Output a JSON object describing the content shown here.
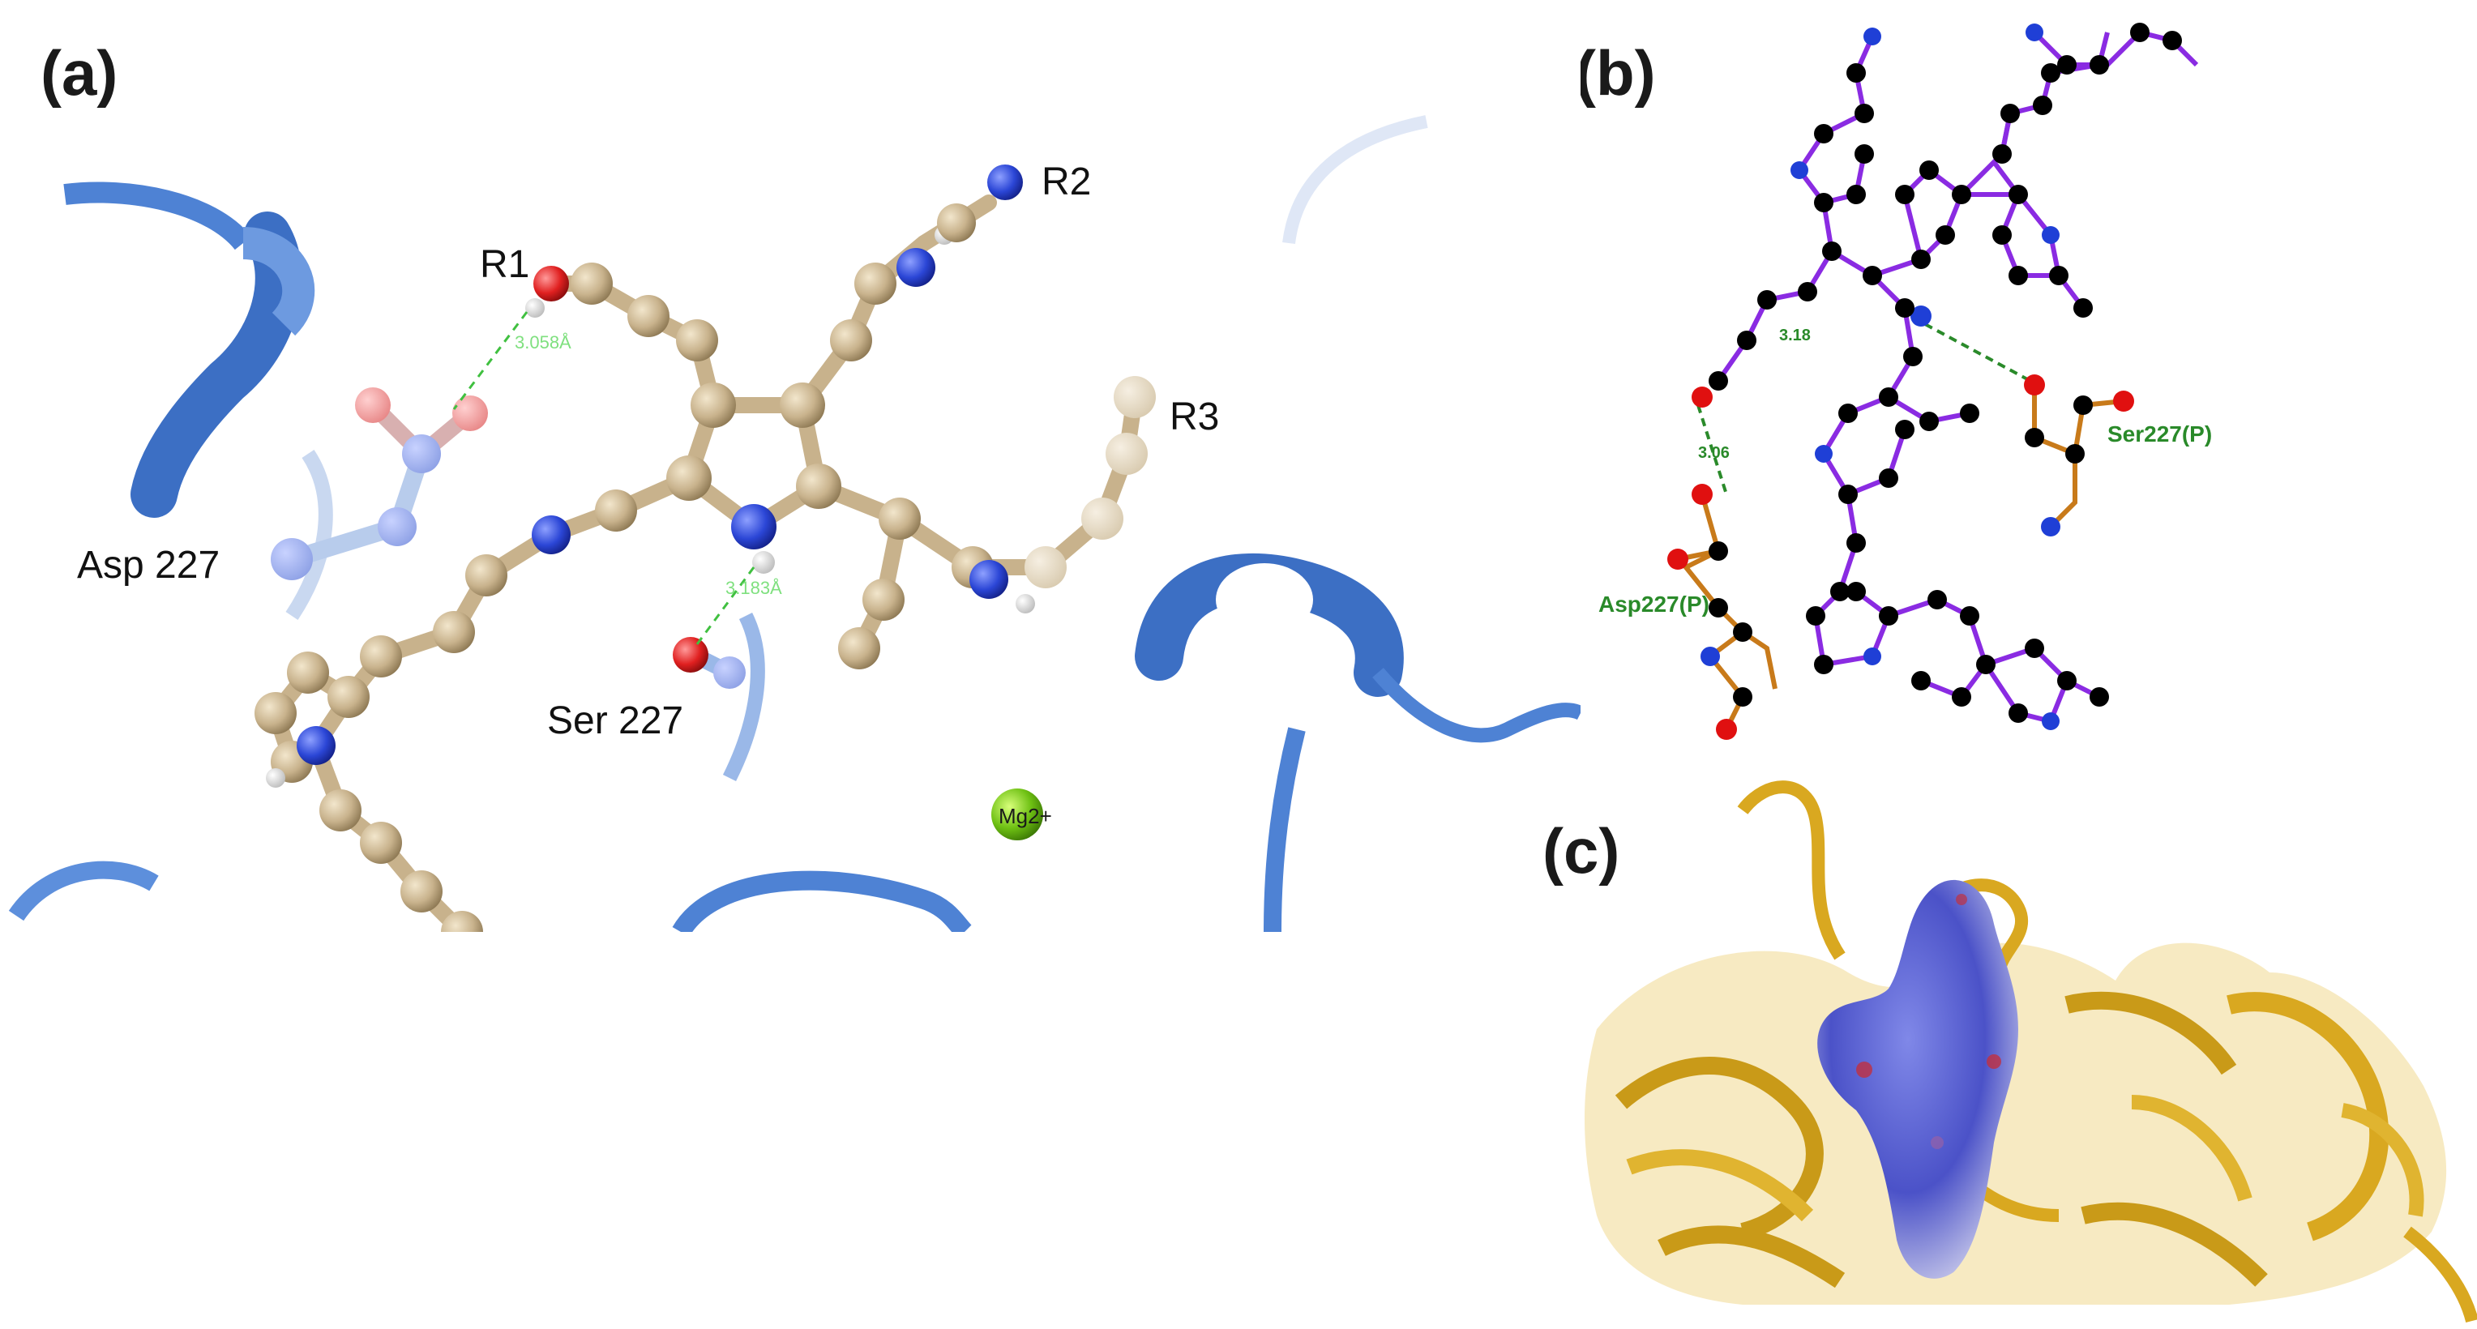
{
  "panels": {
    "a": {
      "label": "(a)",
      "residue_labels": {
        "asp": "Asp 227",
        "ser": "Ser 227"
      },
      "group_labels": {
        "r1": "R1",
        "r2": "R2",
        "r3": "R3"
      },
      "distances": {
        "d1": "3.058Å",
        "d2": "3.183Å"
      },
      "ion_label": "Mg2+",
      "colors": {
        "ribbon": "#4e82d4",
        "carbon": "#c8b28c",
        "nitrogen": "#2b46d6",
        "oxygen": "#e02020",
        "hbond": "#40c040",
        "ion": "#6ec013"
      }
    },
    "b": {
      "label": "(b)",
      "residue_labels": {
        "ser": "Ser227(P)",
        "asp": "Asp227(P)"
      },
      "distances": {
        "d1": "3.18",
        "d2": "3.06"
      },
      "colors": {
        "ligand_bond": "#8a2be2",
        "residue_bond": "#c87a1a",
        "hbond": "#2a8a2a",
        "label": "#2a8a2a"
      }
    },
    "c": {
      "label": "(c)",
      "colors": {
        "protein": "#d9a820",
        "ligand_surface": "#4b52c8"
      }
    }
  }
}
